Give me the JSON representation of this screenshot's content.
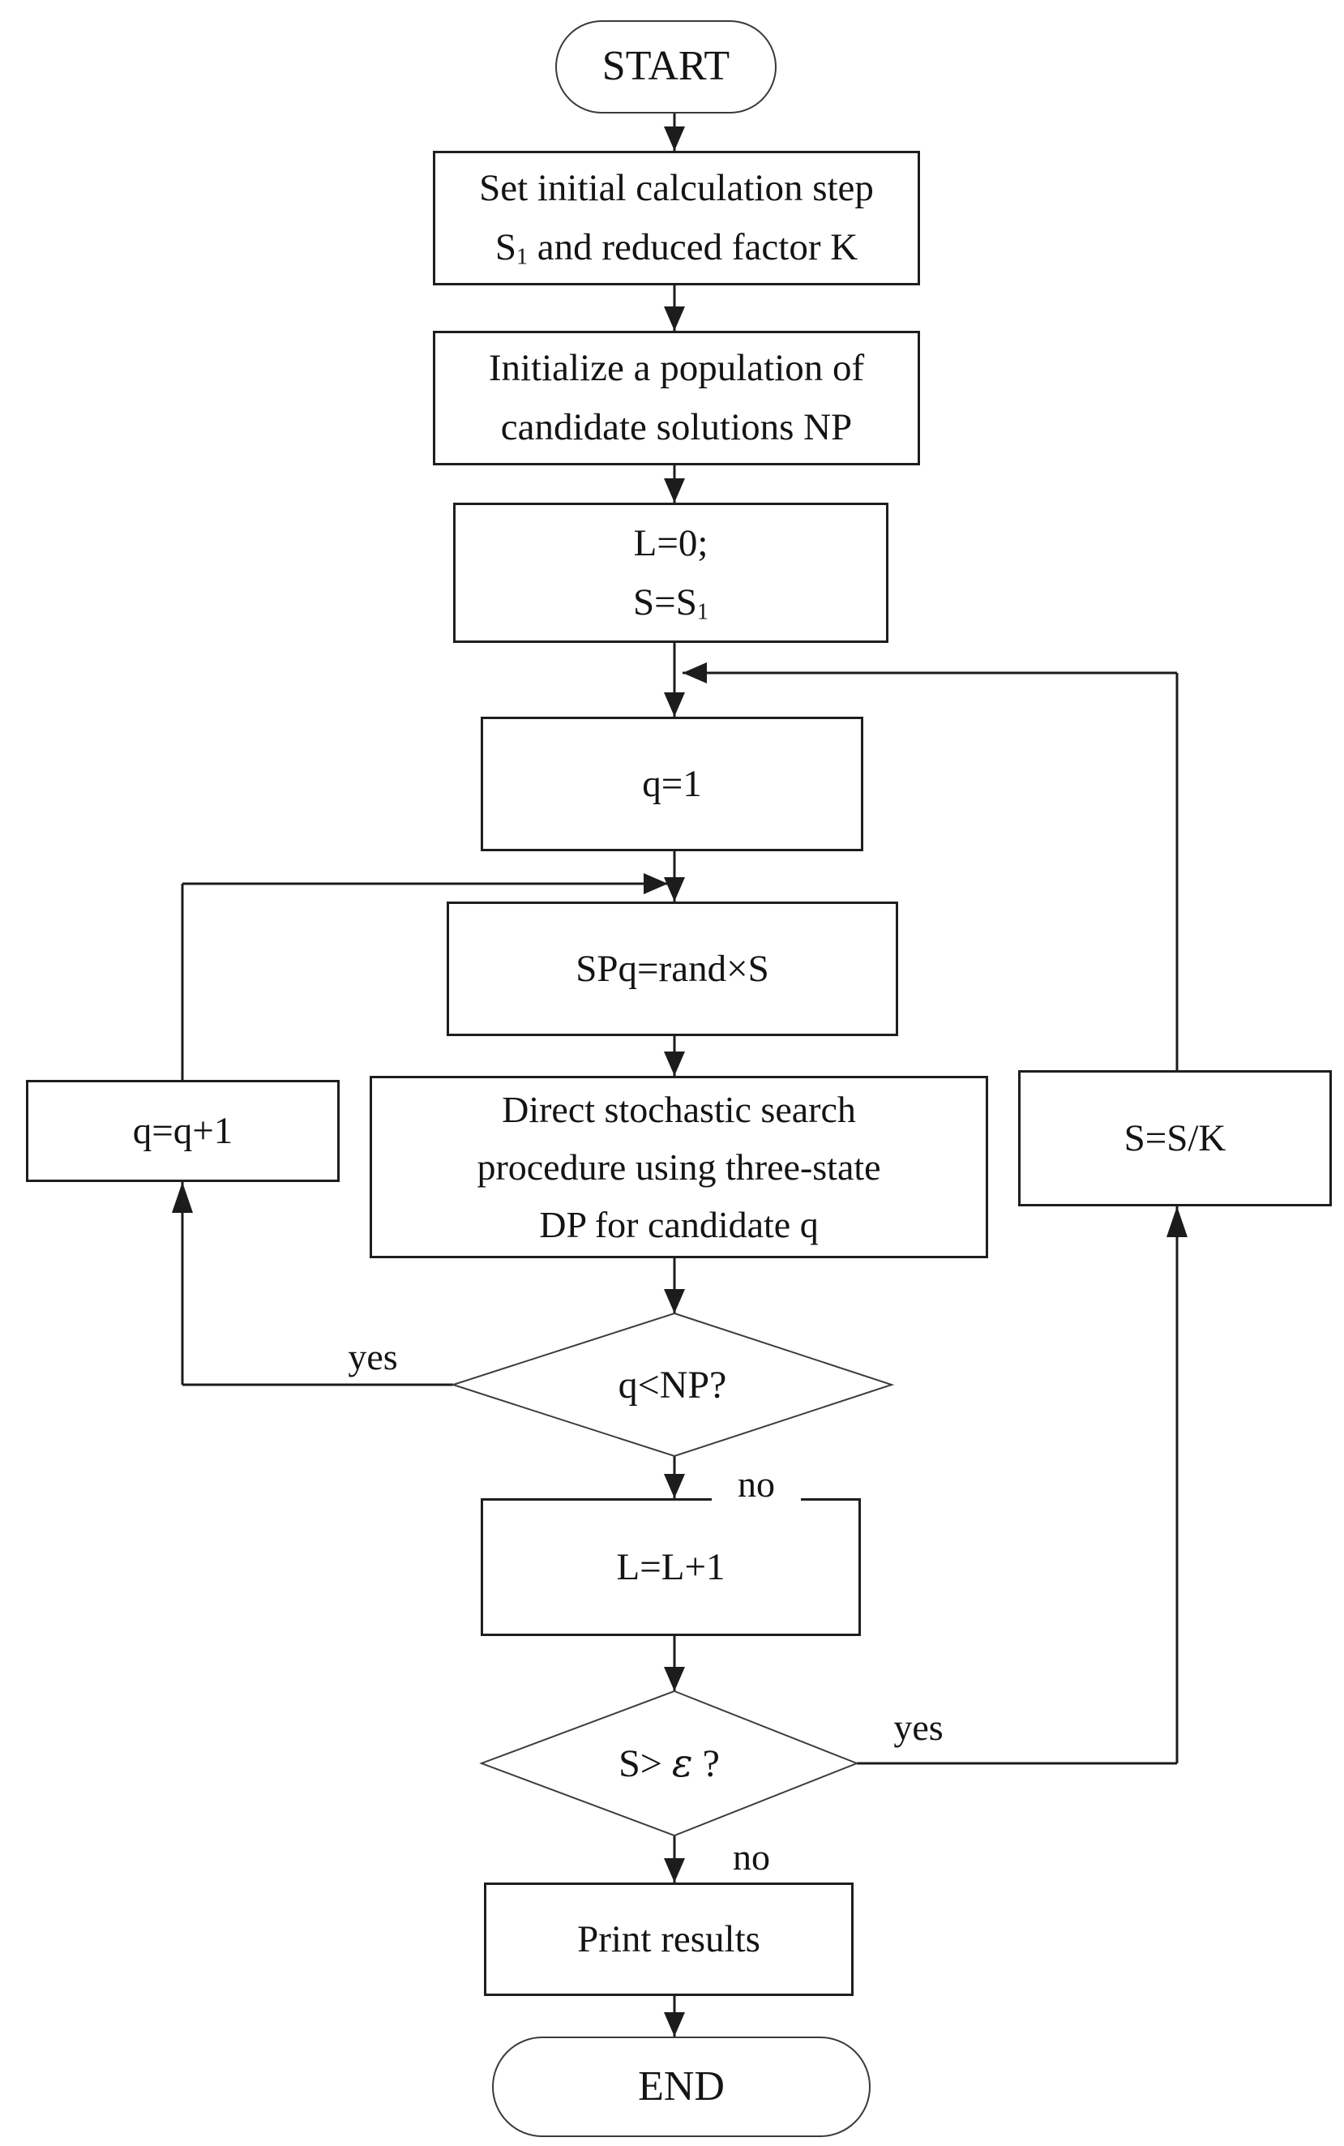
{
  "flow": {
    "nodes": {
      "start": {
        "label": "START"
      },
      "set_initial": {
        "line1": "Set initial calculation step",
        "line2_pre": "S",
        "line2_sub": "1",
        "line2_post": " and reduced factor K"
      },
      "init_population": {
        "line1": "Initialize a population of",
        "line2": "candidate solutions NP"
      },
      "init_counters": {
        "line1": "L=0;",
        "line2_pre": "S=S",
        "line2_sub": "1"
      },
      "set_q": {
        "label": "q=1"
      },
      "set_step": {
        "label": "SPq=rand×S"
      },
      "search": {
        "line1": "Direct stochastic search",
        "line2": "procedure using three-state",
        "line3": "DP for candidate q"
      },
      "increment_q": {
        "label": "q=q+1"
      },
      "reduce_step": {
        "label": "S=S/K"
      },
      "check_population": {
        "label": "q<NP?"
      },
      "check_step": {
        "pre": "S> ",
        "epsilon": "ε",
        "post": " ?"
      },
      "print_results": {
        "label": "Print results"
      },
      "end": {
        "label": "END"
      }
    },
    "edge_labels": {
      "check_population_yes": "yes",
      "check_population_no": "no",
      "check_step_yes": "yes",
      "check_step_no": "no"
    },
    "colors": {
      "line": "#1c1c1c",
      "border": "#1e1e1e",
      "text": "#141414",
      "background": "#ffffff"
    }
  }
}
